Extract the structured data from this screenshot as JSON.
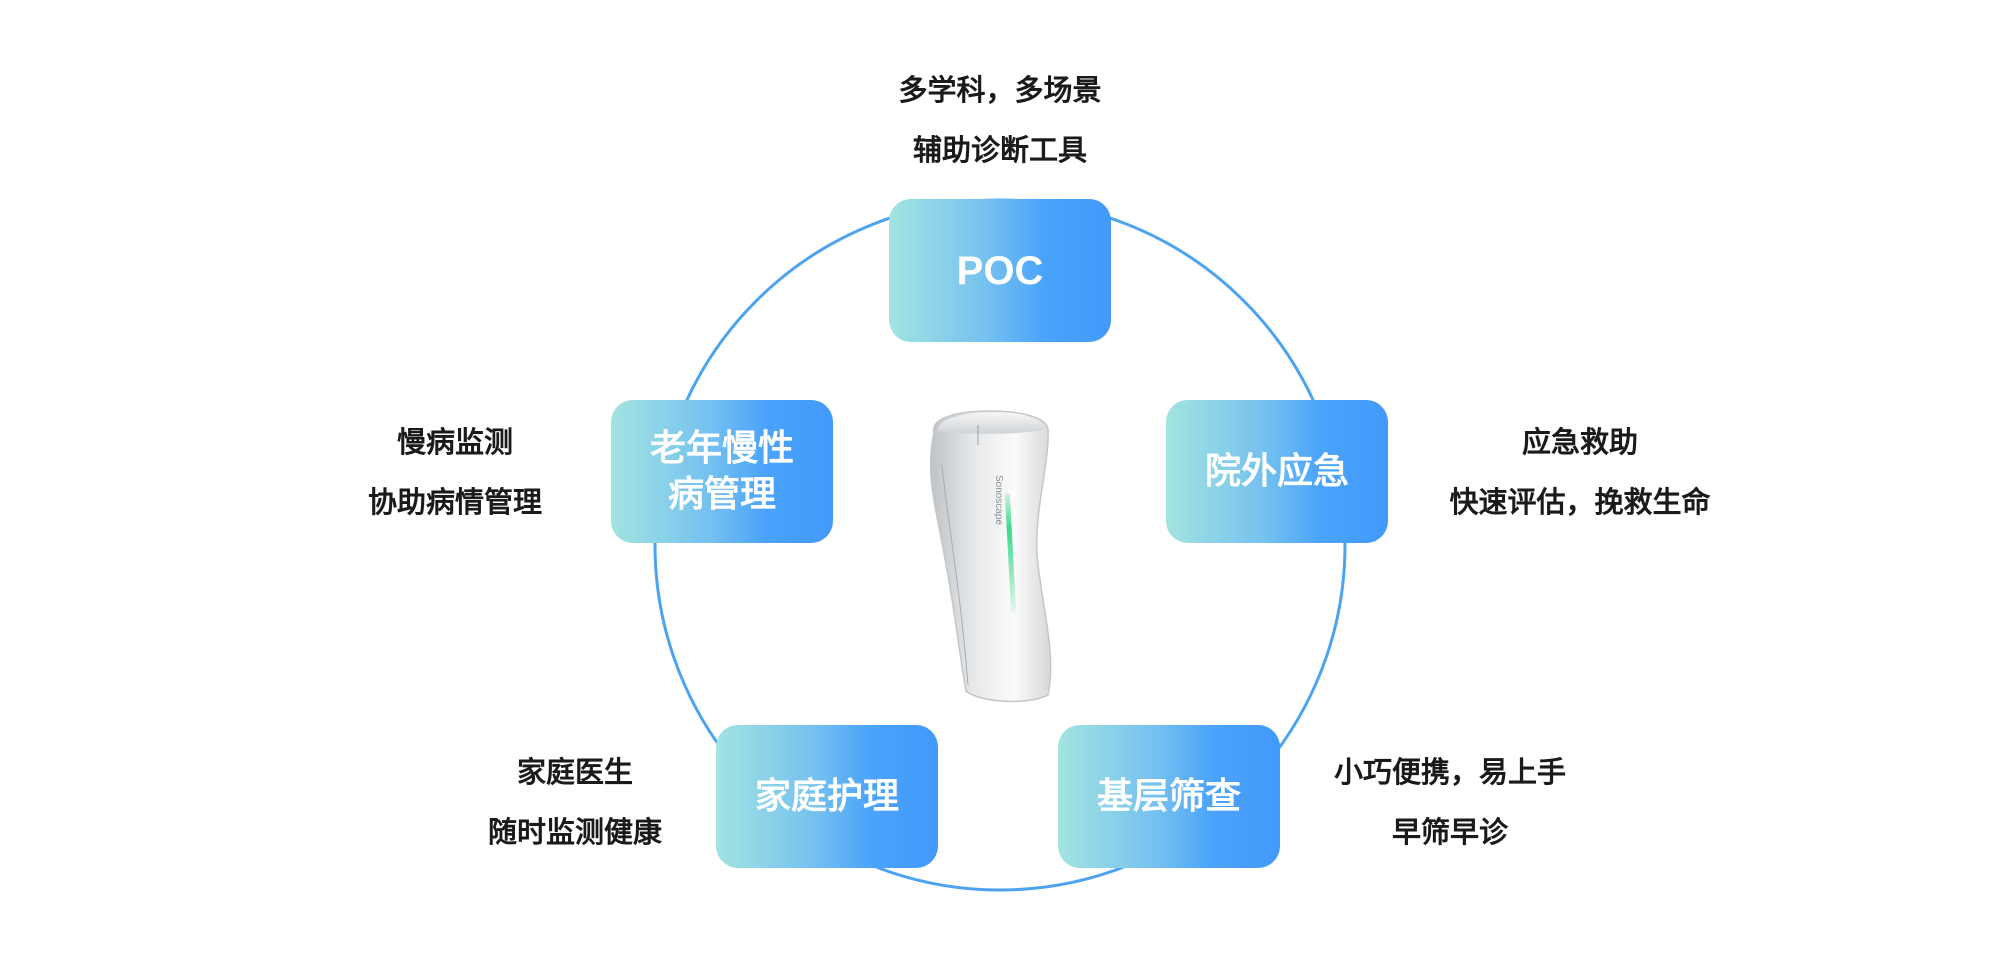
{
  "nodes": {
    "poc": {
      "label": "POC",
      "caption": [
        "多学科，多场景",
        "辅助诊断工具"
      ]
    },
    "emergency": {
      "label": "院外应急",
      "caption": [
        "应急救助",
        "快速评估，挽救生命"
      ]
    },
    "screening": {
      "label": "基层筛查",
      "caption": [
        "小巧便携，易上手",
        "早筛早诊"
      ]
    },
    "homecare": {
      "label": "家庭护理",
      "caption": [
        "家庭医生",
        "随时监测健康"
      ]
    },
    "elderly": {
      "label_lines": [
        "老年慢性",
        "病管理"
      ],
      "caption": [
        "慢病监测",
        "协助病情管理"
      ]
    }
  },
  "device": {
    "brand_text": "Sonoscape"
  },
  "colors": {
    "ring": "#4da3ee",
    "node_gradient_start": "#a3e4e1",
    "node_gradient_end": "#4299fb",
    "device_light": "#39d98a"
  }
}
